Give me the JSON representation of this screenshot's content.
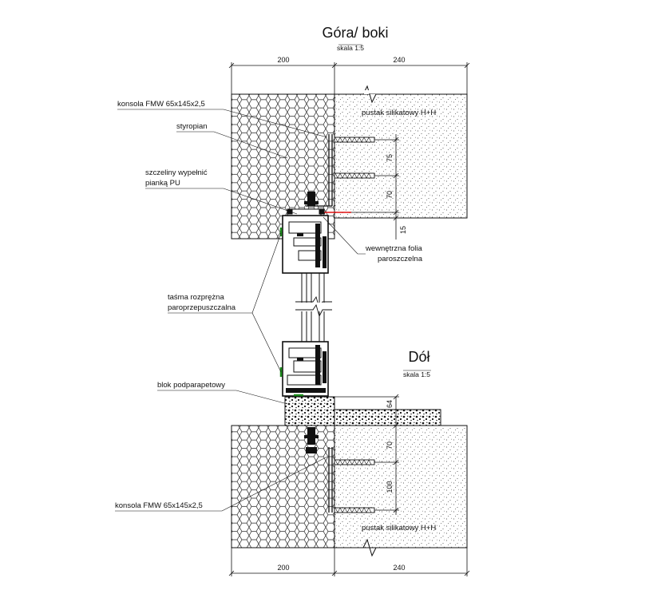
{
  "drawing": {
    "top_section": {
      "title": "Góra/ boki",
      "scale": "skala 1:5"
    },
    "bottom_section": {
      "title": "Dół",
      "scale": "skala 1:5"
    }
  },
  "dimensions": {
    "top_left_width": "200",
    "top_right_width": "240",
    "bottom_left_width": "200",
    "bottom_right_width": "240",
    "top_vertical": [
      "75",
      "70",
      "15"
    ],
    "bottom_vertical": [
      "64",
      "70",
      "100"
    ]
  },
  "labels": {
    "console_top": "konsola FMW 65x145x2,5",
    "styrofoam": "styropian",
    "gap_fill_line1": "szczeliny wypełnić",
    "gap_fill_line2": "pianką PU",
    "wall_top": "pustak silikatowy H+H",
    "inner_foil_line1": "wewnętrzna folia",
    "inner_foil_line2": "paroszczelna",
    "tape_line1": "taśma rozprężna",
    "tape_line2": "paroprzepuszczalna",
    "sill_block": "blok podparapetowy",
    "console_bottom": "konsola FMW 65x145x2,5",
    "wall_bottom": "pustak silikatowy H+H"
  },
  "colors": {
    "line": "#111111",
    "vapor_barrier": "#e01010",
    "tape": "#1a8a1a",
    "background": "#ffffff"
  }
}
